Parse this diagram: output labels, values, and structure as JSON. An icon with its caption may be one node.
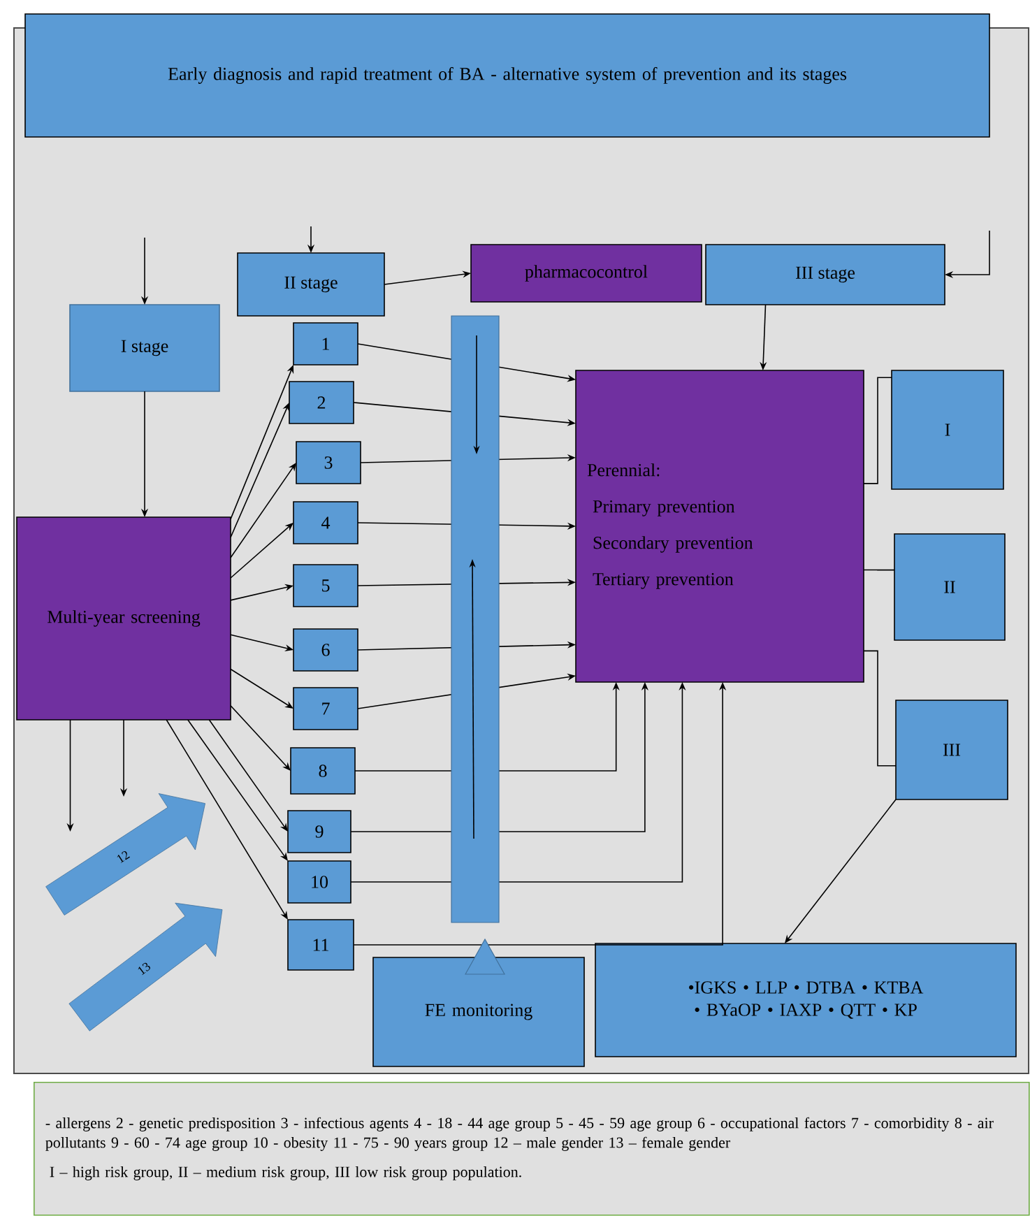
{
  "diagram": {
    "nodes": [
      {
        "text": [
          "Early diagnosis and rapid treatment of BA - alternative system of prevention and its stages"
        ]
      },
      {
        "text": [
          "I stage"
        ]
      },
      {
        "text": [
          "II stage"
        ]
      },
      {
        "text": [
          "pharmacocontrol"
        ]
      },
      {
        "text": [
          "III stage"
        ]
      },
      {
        "text": [
          "Multi-year screening"
        ]
      },
      {
        "text": [
          "1"
        ]
      },
      {
        "text": [
          "2"
        ]
      },
      {
        "text": [
          "3"
        ]
      },
      {
        "text": [
          "4"
        ]
      },
      {
        "text": [
          "5"
        ]
      },
      {
        "text": [
          "6"
        ]
      },
      {
        "text": [
          "7"
        ]
      },
      {
        "text": [
          "8"
        ]
      },
      {
        "text": [
          "9"
        ]
      },
      {
        "text": [
          "10"
        ]
      },
      {
        "text": [
          "11"
        ]
      },
      {
        "text": [
          "Perennial:",
          "Primary prevention",
          "Secondary prevention",
          "Tertiary prevention"
        ]
      },
      {
        "text": [
          "I"
        ]
      },
      {
        "text": [
          "II"
        ]
      },
      {
        "text": [
          "III"
        ]
      },
      {
        "text": [
          "FE monitoring"
        ]
      },
      {
        "text": [
          "•IGKS • LLP • DTBA • KTBA • BYaOP • IAXP • QTT • KP"
        ]
      },
      {
        "text": [
          "12"
        ]
      },
      {
        "text": [
          "13"
        ]
      }
    ],
    "edges": [
      {
        "from": null,
        "to": 1,
        "arrow": "to"
      },
      {
        "from": 1,
        "to": 5,
        "arrow": "to"
      },
      {
        "from": null,
        "to": 2,
        "arrow": "to"
      },
      {
        "from": 2,
        "to": 3,
        "arrow": "to"
      },
      {
        "from": null,
        "to": 4,
        "arrow": "to"
      },
      {
        "from": 4,
        "to": 17,
        "arrow": "to"
      },
      {
        "from": 5,
        "to": 6,
        "arrow": "to"
      },
      {
        "from": 5,
        "to": 7,
        "arrow": "to"
      },
      {
        "from": 5,
        "to": 8,
        "arrow": "to"
      },
      {
        "from": 5,
        "to": 9,
        "arrow": "to"
      },
      {
        "from": 5,
        "to": 10,
        "arrow": "to"
      },
      {
        "from": 5,
        "to": 11,
        "arrow": "to"
      },
      {
        "from": 5,
        "to": 12,
        "arrow": "to"
      },
      {
        "from": 5,
        "to": 13,
        "arrow": "to"
      },
      {
        "from": 5,
        "to": 14,
        "arrow": "to"
      },
      {
        "from": 5,
        "to": 15,
        "arrow": "to"
      },
      {
        "from": 5,
        "to": 16,
        "arrow": "to"
      },
      {
        "from": 6,
        "to": 17,
        "arrow": "to"
      },
      {
        "from": 7,
        "to": 17,
        "arrow": "to"
      },
      {
        "from": 8,
        "to": 17,
        "arrow": "to"
      },
      {
        "from": 9,
        "to": 17,
        "arrow": "to"
      },
      {
        "from": 10,
        "to": 17,
        "arrow": "to"
      },
      {
        "from": 11,
        "to": 17,
        "arrow": "to"
      },
      {
        "from": 12,
        "to": 17,
        "arrow": "to"
      },
      {
        "from": 13,
        "to": 17,
        "arrow": "to"
      },
      {
        "from": 14,
        "to": 17,
        "arrow": "to"
      },
      {
        "from": 15,
        "to": 17,
        "arrow": "to"
      },
      {
        "from": 16,
        "to": 17,
        "arrow": "to"
      },
      {
        "from": 17,
        "to": 18,
        "arrow": "none"
      },
      {
        "from": 17,
        "to": 19,
        "arrow": "none"
      },
      {
        "from": 17,
        "to": 20,
        "arrow": "none"
      },
      {
        "from": 20,
        "to": 22,
        "arrow": "to"
      },
      {
        "from": 5,
        "to": null,
        "arrow": "to"
      },
      {
        "from": 5,
        "to": null,
        "arrow": "to"
      }
    ],
    "labels": [
      "- allergens 2 - genetic predisposition 3 - infectious agents 4 - 18 - 44 age group 5 - 45 - 59 age group 6 - occupational factors 7 - comorbidity 8 - air pollutants 9 - 60 - 74 age group 10 - obesity 11 - 75 - 90 years group 12 – male gender 13 – female gender",
      "I – high risk group, II – medium risk group, III low risk group population."
    ]
  }
}
